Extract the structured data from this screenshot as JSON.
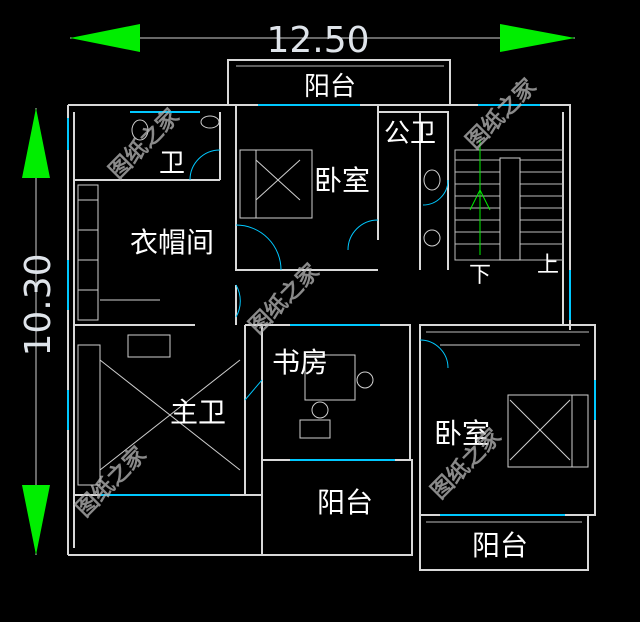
{
  "dimensions": {
    "width_label": "12.50",
    "height_label": "10.30",
    "arrow_color": "#00ee00"
  },
  "rooms": {
    "balcony_top": "阳台",
    "bedroom_center": "卧室",
    "public_bath": "公卫",
    "bath_left": "卫",
    "cloakroom": "衣帽间",
    "study": "书房",
    "master_bath": "主卫",
    "bedroom_right": "卧室",
    "balcony_bottom_mid": "阳台",
    "balcony_bottom_right": "阳台"
  },
  "stairs": {
    "down": "下",
    "up": "上"
  },
  "watermark": "图纸之家",
  "colors": {
    "background": "#000000",
    "walls": "#d9d9d9",
    "windows": "#00c8ff",
    "text": "#ffffff"
  }
}
